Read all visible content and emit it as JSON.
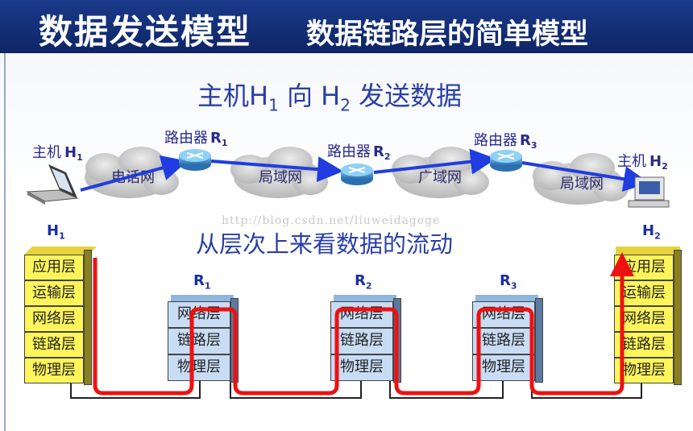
{
  "title": {
    "main": "数据发送模型",
    "sub": "数据链路层的简单模型"
  },
  "heading1": {
    "prefix": "主机",
    "h1": "H",
    "h1_sub": "1",
    "mid": "向",
    "h2": "H",
    "h2_sub": "2",
    "suffix": "发送数据"
  },
  "heading2": "从层次上来看数据的流动",
  "network": {
    "host1": {
      "label": "主机",
      "name": "H",
      "sub": "1"
    },
    "host2": {
      "label": "主机",
      "name": "H",
      "sub": "2"
    },
    "routers": [
      {
        "label": "路由器",
        "name": "R",
        "sub": "1"
      },
      {
        "label": "路由器",
        "name": "R",
        "sub": "2"
      },
      {
        "label": "路由器",
        "name": "R",
        "sub": "3"
      }
    ],
    "clouds": [
      "电话网",
      "局域网",
      "广域网",
      "局域网"
    ]
  },
  "watermark": "http://blog.csdn.net/liuweidagege",
  "stacks": {
    "host_layers": [
      "应用层",
      "运输层",
      "网络层",
      "链路层",
      "物理层"
    ],
    "router_layers": [
      "网络层",
      "链路层",
      "物理层"
    ],
    "labels": [
      {
        "name": "H",
        "sub": "1"
      },
      {
        "name": "R",
        "sub": "1"
      },
      {
        "name": "R",
        "sub": "2"
      },
      {
        "name": "R",
        "sub": "3"
      },
      {
        "name": "H",
        "sub": "2"
      }
    ]
  },
  "colors": {
    "title_bg": "#1a3a8a",
    "heading": "#2a3fa6",
    "flow": "#ee1111",
    "host_layer": "#fff55a",
    "router_layer": "#c8dcf4",
    "arrow": "#1f3de0"
  }
}
